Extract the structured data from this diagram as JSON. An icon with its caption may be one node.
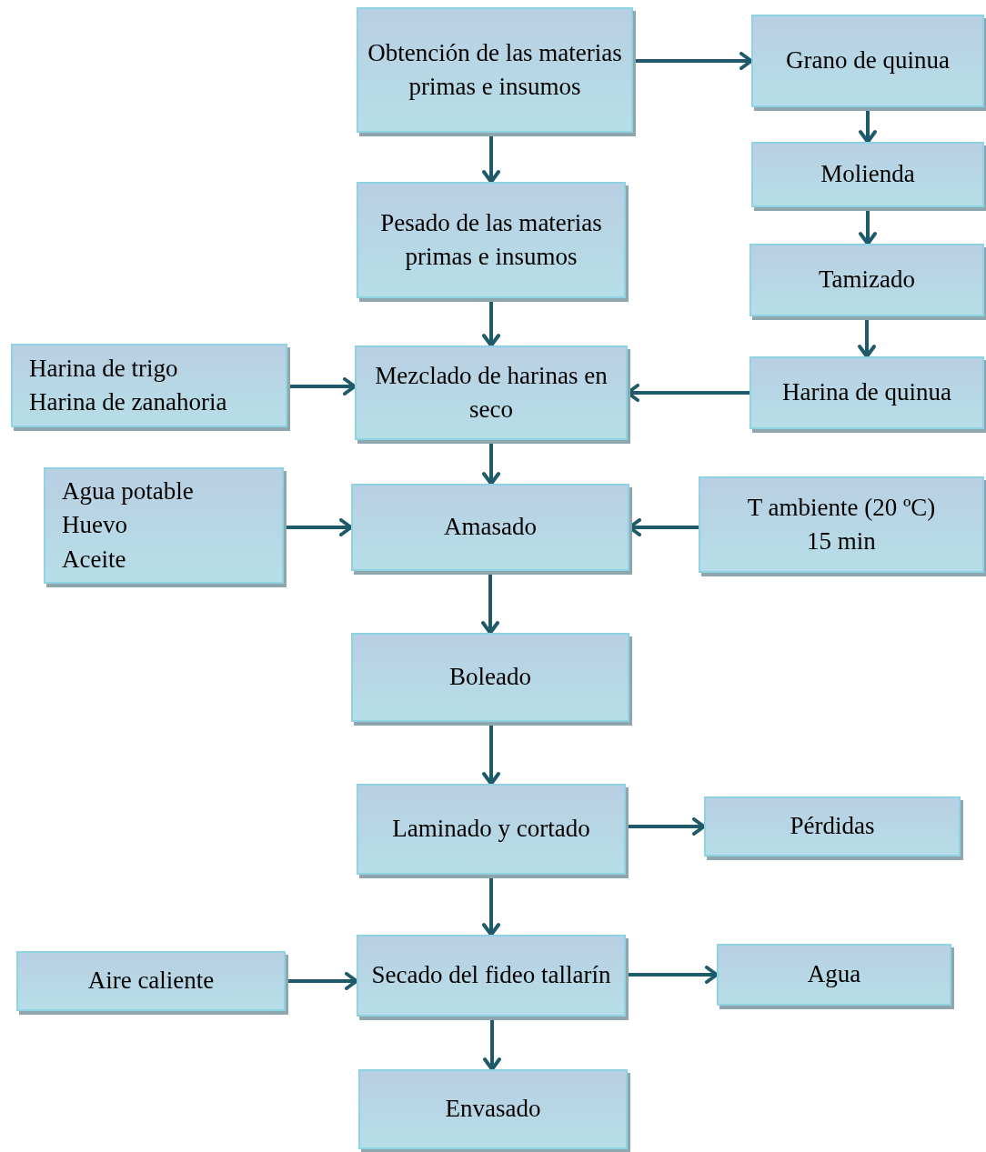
{
  "diagram": {
    "nodes": [
      {
        "text": [
          "Obtención de las materias primas e insumos"
        ]
      },
      {
        "text": [
          "Grano de quinua"
        ]
      },
      {
        "text": [
          "Pesado de las materias primas e insumos"
        ]
      },
      {
        "text": [
          "Molienda"
        ]
      },
      {
        "text": [
          "Tamizado"
        ]
      },
      {
        "text": [
          "Harina de trigo",
          "Harina de zanahoria"
        ]
      },
      {
        "text": [
          "Mezclado de harinas en seco"
        ]
      },
      {
        "text": [
          "Harina de quinua"
        ]
      },
      {
        "text": [
          "Agua potable",
          "Huevo",
          "Aceite"
        ]
      },
      {
        "text": [
          "Amasado"
        ]
      },
      {
        "text": [
          "T ambiente (20 ºC)",
          "15 min"
        ]
      },
      {
        "text": [
          "Boleado"
        ]
      },
      {
        "text": [
          "Laminado y cortado"
        ]
      },
      {
        "text": [
          "Pérdidas"
        ]
      },
      {
        "text": [
          "Aire caliente"
        ]
      },
      {
        "text": [
          "Secado del fideo tallarín"
        ]
      },
      {
        "text": [
          "Agua"
        ]
      },
      {
        "text": [
          "Envasado"
        ]
      }
    ],
    "edges": [
      {
        "from": 0,
        "to": 1,
        "arrow": "to"
      },
      {
        "from": 0,
        "to": 2,
        "arrow": "to"
      },
      {
        "from": 1,
        "to": 3,
        "arrow": "to"
      },
      {
        "from": 3,
        "to": 4,
        "arrow": "to"
      },
      {
        "from": 4,
        "to": 7,
        "arrow": "to"
      },
      {
        "from": 2,
        "to": 6,
        "arrow": "to"
      },
      {
        "from": 5,
        "to": 6,
        "arrow": "to"
      },
      {
        "from": 7,
        "to": 6,
        "arrow": "to"
      },
      {
        "from": 6,
        "to": 9,
        "arrow": "to"
      },
      {
        "from": 8,
        "to": 9,
        "arrow": "to"
      },
      {
        "from": 10,
        "to": 9,
        "arrow": "to"
      },
      {
        "from": 9,
        "to": 11,
        "arrow": "to"
      },
      {
        "from": 11,
        "to": 12,
        "arrow": "to"
      },
      {
        "from": 12,
        "to": 13,
        "arrow": "to"
      },
      {
        "from": 12,
        "to": 15,
        "arrow": "to"
      },
      {
        "from": 14,
        "to": 15,
        "arrow": "to"
      },
      {
        "from": 15,
        "to": 16,
        "arrow": "to"
      },
      {
        "from": 15,
        "to": 17,
        "arrow": "to"
      }
    ]
  }
}
